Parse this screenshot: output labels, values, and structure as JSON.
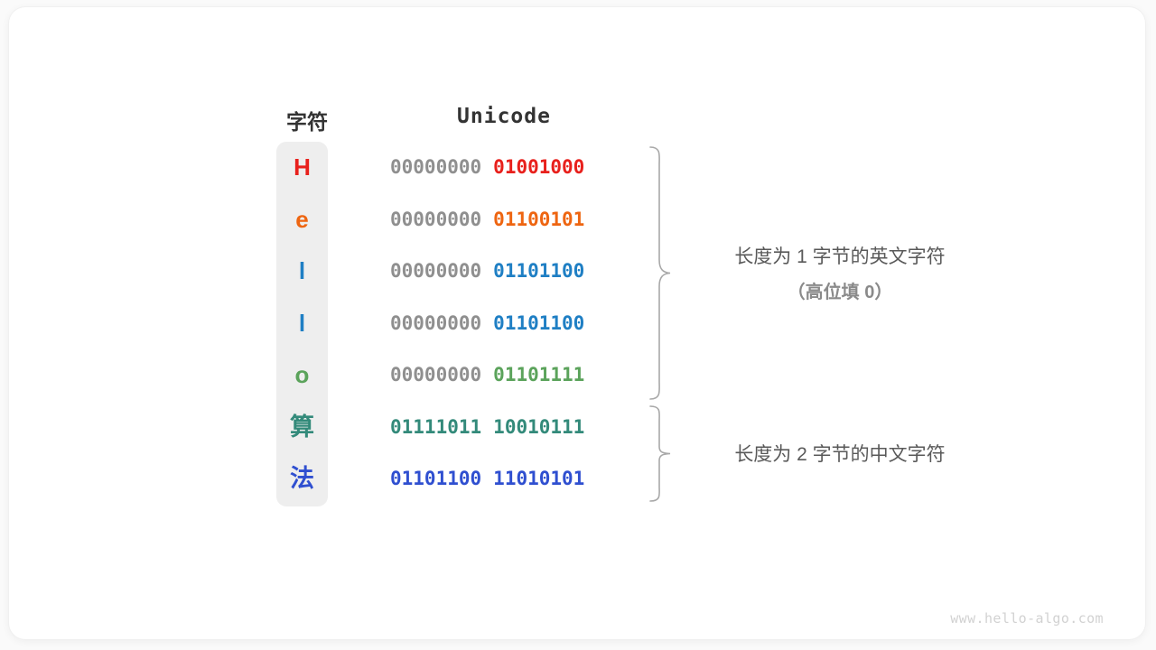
{
  "headers": {
    "character": "字符",
    "unicode": "Unicode"
  },
  "colors": {
    "red": "#e8201c",
    "orange": "#ee6511",
    "blue": "#1f7fc4",
    "green": "#5ba35b",
    "teal": "#338a7a",
    "indigo": "#2f4fd0",
    "grey_high_bits": "#8f8f8f",
    "column_background": "#eeeeee",
    "brace": "#a8a8a8",
    "annotation_text": "#595959",
    "watermark": "#d2d2d2"
  },
  "rows": [
    {
      "char": "H",
      "color": "#e8201c",
      "high": "00000000",
      "low": "01001000",
      "cjk": false
    },
    {
      "char": "e",
      "color": "#ee6511",
      "high": "00000000",
      "low": "01100101",
      "cjk": false
    },
    {
      "char": "l",
      "color": "#1f7fc4",
      "high": "00000000",
      "low": "01101100",
      "cjk": false
    },
    {
      "char": "l",
      "color": "#1f7fc4",
      "high": "00000000",
      "low": "01101100",
      "cjk": false
    },
    {
      "char": "o",
      "color": "#5ba35b",
      "high": "00000000",
      "low": "01101111",
      "cjk": false
    },
    {
      "char": "算",
      "color": "#338a7a",
      "high": "01111011",
      "low": "10010111",
      "cjk": true
    },
    {
      "char": "法",
      "color": "#2f4fd0",
      "high": "01101100",
      "low": "11010101",
      "cjk": true
    }
  ],
  "annotations": {
    "group1_main": "长度为 1 字节的英文字符",
    "group1_sub": "（高位填 0）",
    "group2_main": "长度为 2 字节的中文字符"
  },
  "watermark": "www.hello-algo.com"
}
